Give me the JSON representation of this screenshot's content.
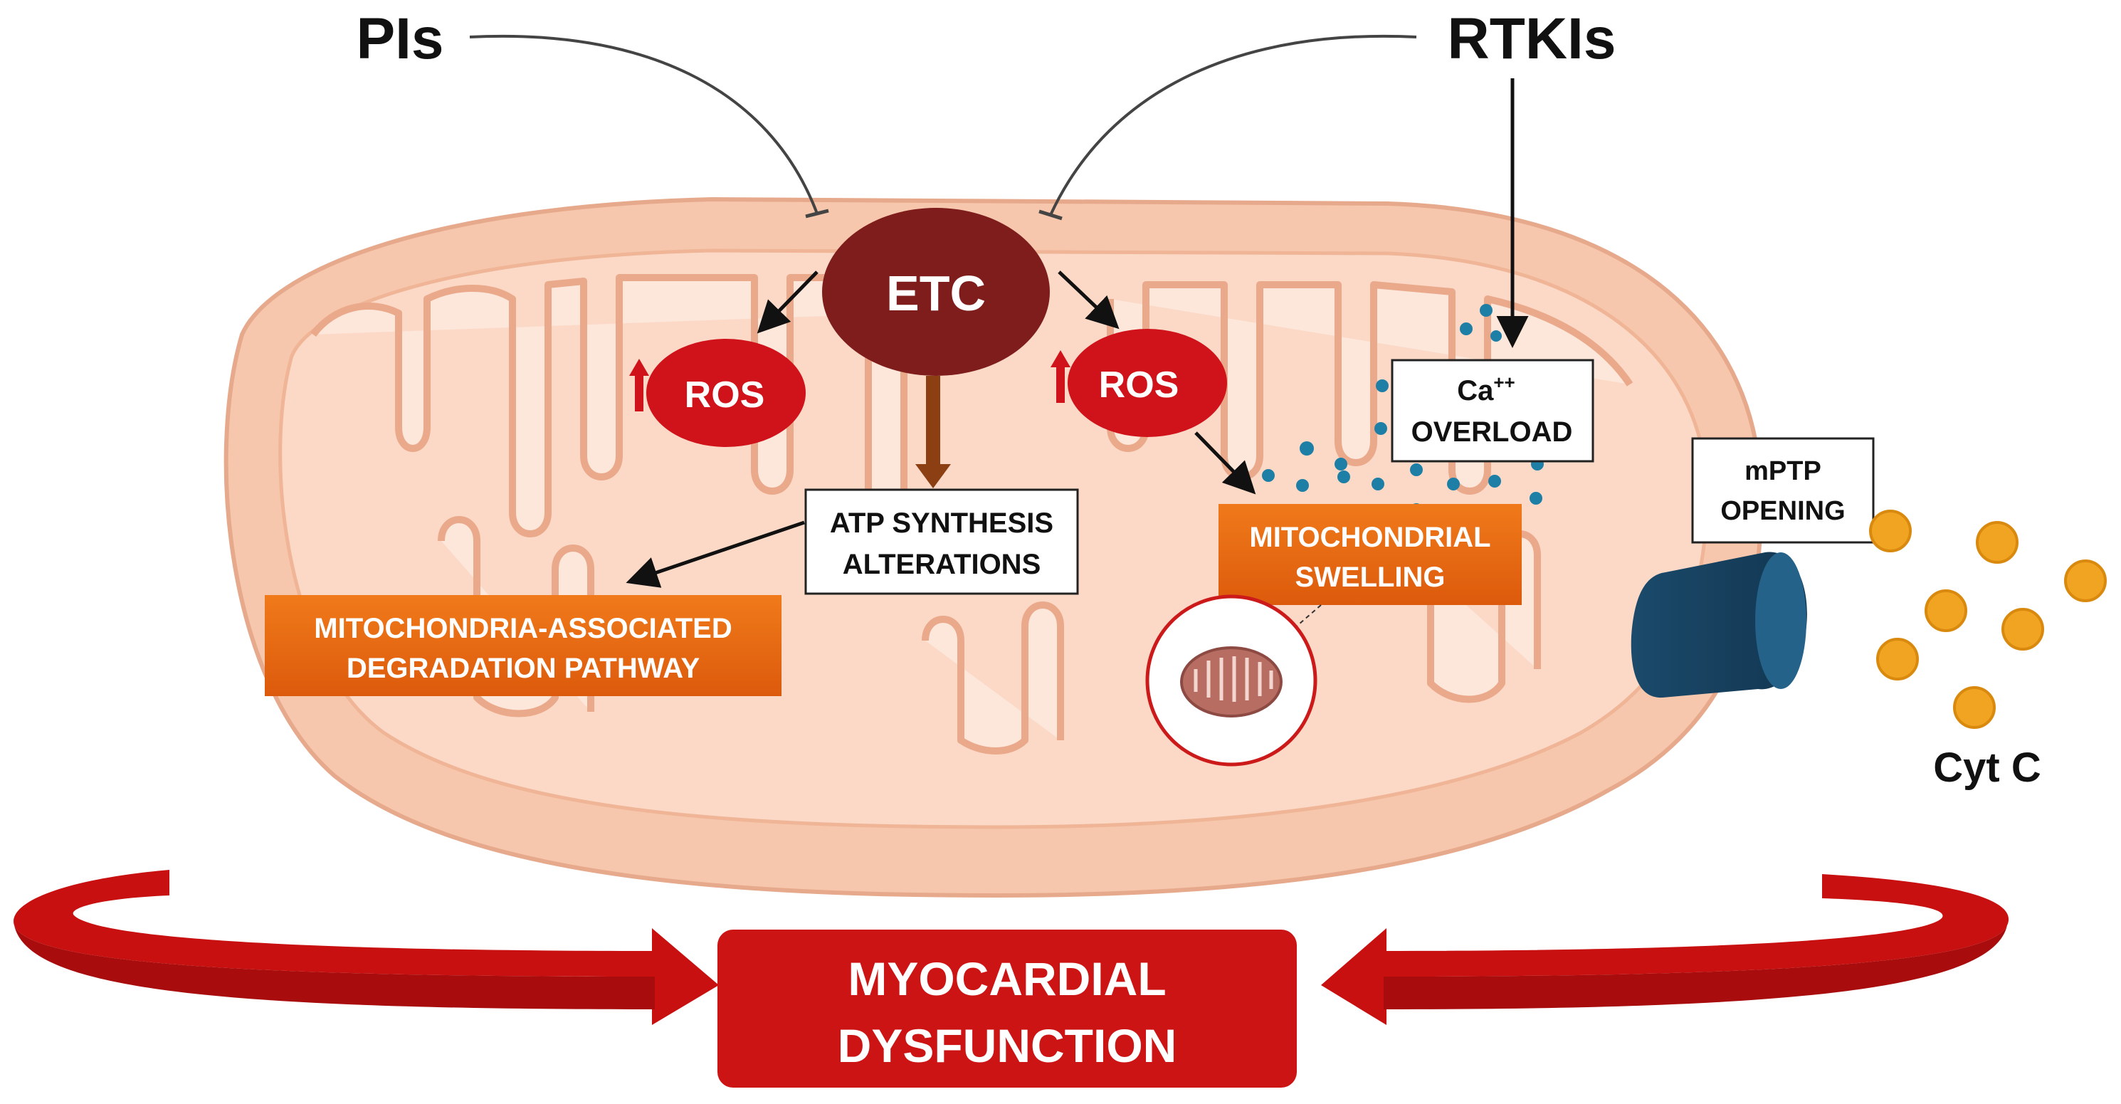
{
  "drugs": {
    "left": "PIs",
    "right": "RTKIs"
  },
  "etc": "ETC",
  "ros": {
    "left": "ROS",
    "right": "ROS"
  },
  "atp": {
    "line1": "ATP SYNTHESIS",
    "line2": "ALTERATIONS"
  },
  "degradation": {
    "line1": "MITOCHONDRIA-ASSOCIATED",
    "line2": "DEGRADATION PATHWAY"
  },
  "swelling": {
    "line1": "MITOCHONDRIAL",
    "line2": "SWELLING"
  },
  "calcium": {
    "ion": "Ca",
    "charge": "++",
    "line2": "OVERLOAD"
  },
  "mptp": {
    "line1": "mPTP",
    "line2": "OPENING"
  },
  "cytc": "Cyt C",
  "outcome": {
    "line1": "MYOCARDIAL",
    "line2": "DYSFUNCTION"
  },
  "colors": {
    "membrane_outer": "#f6c7ad",
    "matrix": "#fbd9c6",
    "cristae": "#fde6da",
    "etc": "#7f1d1d",
    "ros": "#d0121b",
    "label_box": "#e8620f",
    "calcium_dot": "#1d7fa6",
    "channel": "#1c4e70",
    "cytc_dot": "#f1a422",
    "outcome": "#cc1414"
  }
}
